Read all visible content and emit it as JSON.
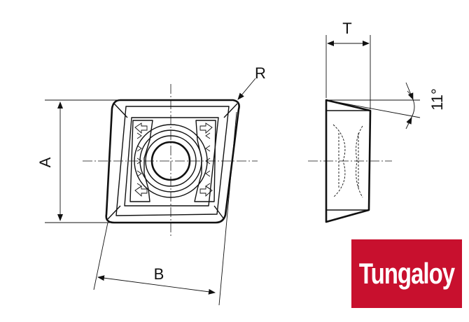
{
  "dimensions": {
    "A": "A",
    "B": "B",
    "T": "T",
    "R": "R",
    "angle": "11°"
  },
  "brand": {
    "name": "Tungaloy",
    "color": "#c8102e"
  }
}
